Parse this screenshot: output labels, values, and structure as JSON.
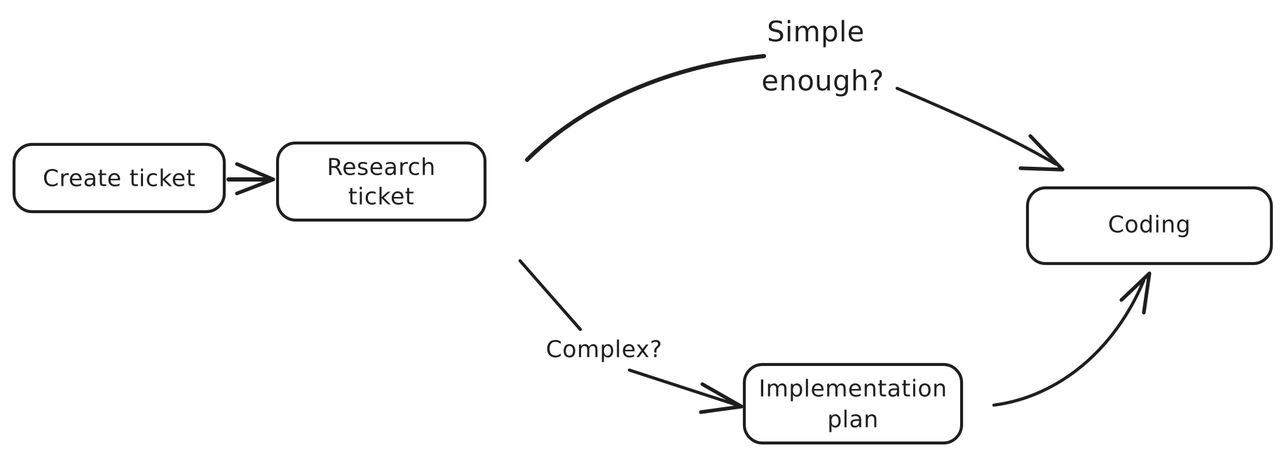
{
  "diagram": {
    "title": "Ticket workflow flowchart",
    "style": "hand-drawn",
    "background_color": "#ffffff",
    "stroke_color": "#1e1e1e",
    "nodes": [
      {
        "id": "create-ticket",
        "label": "Create ticket",
        "lines": [
          "Create ticket"
        ],
        "shape": "rounded-rectangle"
      },
      {
        "id": "research-ticket",
        "label": "Research ticket",
        "lines": [
          "Research",
          "ticket"
        ],
        "shape": "rounded-rectangle"
      },
      {
        "id": "implementation-plan",
        "label": "Implementation plan",
        "lines": [
          "Implementation",
          "plan"
        ],
        "shape": "rounded-rectangle"
      },
      {
        "id": "coding",
        "label": "Coding",
        "lines": [
          "Coding"
        ],
        "shape": "rounded-rectangle"
      }
    ],
    "edges": [
      {
        "id": "create-to-research",
        "from": "create-ticket",
        "to": "research-ticket",
        "label": "",
        "arrow": true
      },
      {
        "id": "research-to-coding",
        "from": "research-ticket",
        "to": "coding",
        "label": "Simple enough?",
        "label_lines": [
          "Simple",
          "enough?"
        ],
        "arrow": true
      },
      {
        "id": "research-to-plan",
        "from": "research-ticket",
        "to": "implementation-plan",
        "label": "Complex?",
        "label_lines": [
          "Complex?"
        ],
        "arrow": true
      },
      {
        "id": "plan-to-coding",
        "from": "implementation-plan",
        "to": "coding",
        "label": "",
        "arrow": true
      }
    ]
  }
}
